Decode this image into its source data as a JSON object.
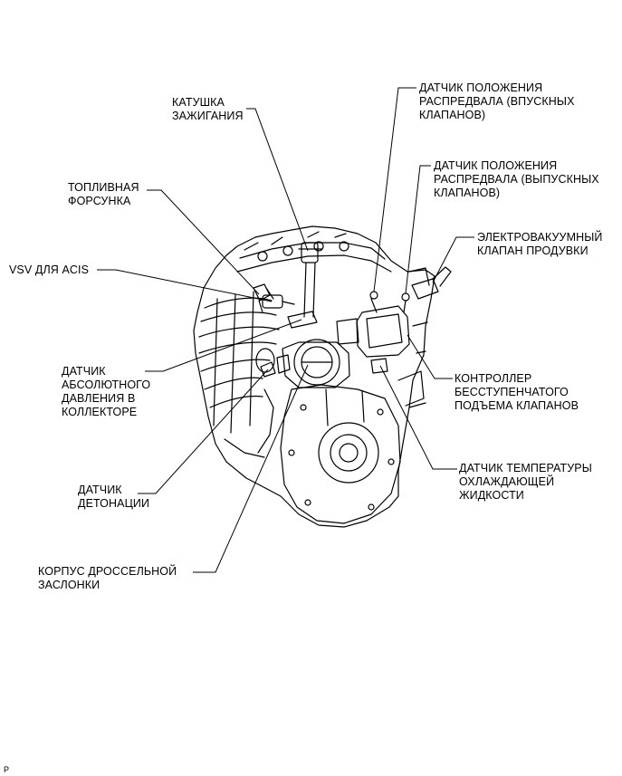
{
  "labels": {
    "ignition_coil": [
      "КАТУШКА",
      "ЗАЖИГАНИЯ"
    ],
    "fuel_injector": [
      "ТОПЛИВНАЯ",
      "ФОРСУНКА"
    ],
    "vsv_acis": [
      "VSV ДЛЯ ACIS"
    ],
    "map_sensor": [
      "ДАТЧИК",
      "АБСОЛЮТНОГО",
      "ДАВЛЕНИЯ В",
      "КОЛЛЕКТОРЕ"
    ],
    "knock_sensor": [
      "ДАТЧИК",
      "ДЕТОНАЦИИ"
    ],
    "throttle_body": [
      "КОРПУС ДРОССЕЛЬНОЙ",
      "ЗАСЛОНКИ"
    ],
    "cam_sensor_intake": [
      "ДАТЧИК ПОЛОЖЕНИЯ",
      "РАСПРЕДВАЛА (ВПУСКНЫХ",
      "КЛАПАНОВ)"
    ],
    "cam_sensor_exhaust": [
      "ДАТЧИК ПОЛОЖЕНИЯ",
      "РАСПРЕДВАЛА (ВЫПУСКНЫХ",
      "КЛАПАНОВ)"
    ],
    "purge_vsv": [
      "ЭЛЕКТРОВАКУУМНЫЙ",
      "КЛАПАН ПРОДУВКИ"
    ],
    "valvematic_controller": [
      "КОНТРОЛЛЕР",
      "БЕССТУПЕНЧАТОГО",
      "ПОДЪЕМА КЛАПАНОВ"
    ],
    "coolant_temp_sensor": [
      "ДАТЧИК ТЕМПЕРАТУРЫ",
      "ОХЛАЖДАЮЩЕЙ",
      "ЖИДКОСТИ"
    ]
  },
  "corner_mark": "P"
}
